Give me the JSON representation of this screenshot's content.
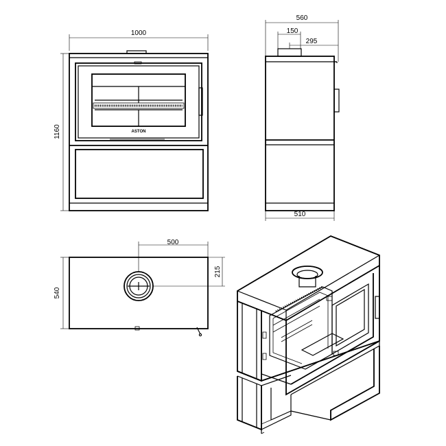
{
  "front_view": {
    "width_label": "1000",
    "height_label": "1160",
    "logo_text": "ASTON"
  },
  "side_view": {
    "depth_label": "560",
    "flue_offset_label": "150",
    "flue_center_label": "295",
    "base_depth_label": "510"
  },
  "top_view": {
    "flue_x_label": "500",
    "flue_y_label": "215",
    "depth_label": "540"
  },
  "colors": {
    "line": "#000000",
    "background": "#ffffff"
  }
}
